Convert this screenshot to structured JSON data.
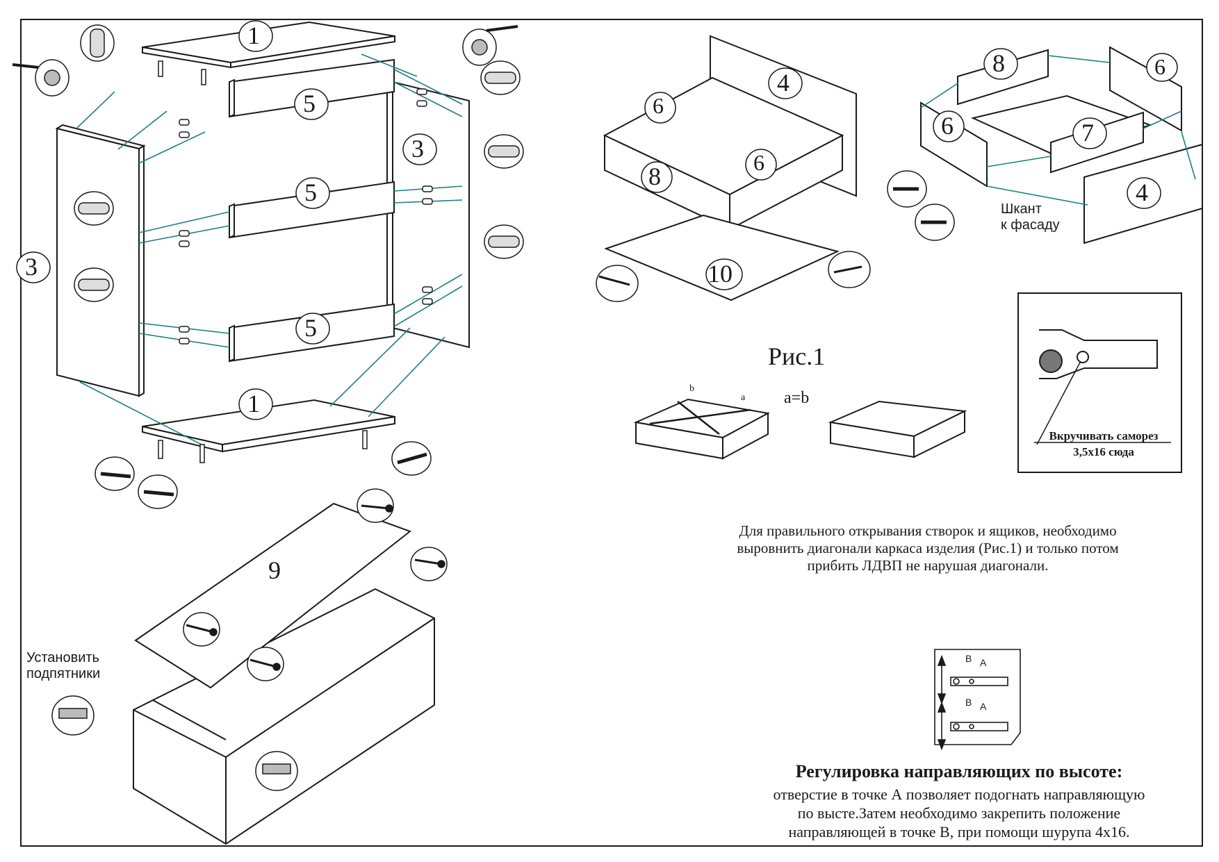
{
  "colors": {
    "line": "#1a1a1a",
    "teal": "#1e7f80",
    "panel": "#ffffff",
    "dark": "#333333"
  },
  "parts": {
    "p1": "1",
    "p3": "3",
    "p4": "4",
    "p5": "5",
    "p6": "6",
    "p7": "7",
    "p8": "8",
    "p9": "9",
    "p10": "10"
  },
  "labels": {
    "fig1": "Рис.1",
    "a_eq_b": "a=b",
    "diag_a": "a",
    "diag_b": "b",
    "dowel_to_front": [
      "Шкант",
      "к фасаду"
    ],
    "install_feet": [
      "Установить",
      "подпятники"
    ],
    "screw_callout": [
      "Вкручивать саморез",
      "3,5х16 сюда"
    ],
    "point_a": "A",
    "point_b": "B"
  },
  "notes": {
    "diagonal": [
      "Для правильного открывания створок и ящиков, необходимо",
      "выровнить диагонали каркаса изделия (Рис.1) и только потом",
      "прибить ЛДВП не нарушая диагонали."
    ],
    "rail_title": "Регулировка направляющих по высоте:",
    "rail_body": [
      "отверстие в точке А позволяет подогнать направляющую",
      "по высте.Затем необходимо закрепить положение",
      "направляющей в точке В, при помощи шурупа 4х16."
    ]
  },
  "icons": [
    "dowel-icon",
    "cam-lock-icon",
    "screw-icon",
    "nail-icon",
    "furniture-foot-icon",
    "drawer-rail-icon"
  ]
}
